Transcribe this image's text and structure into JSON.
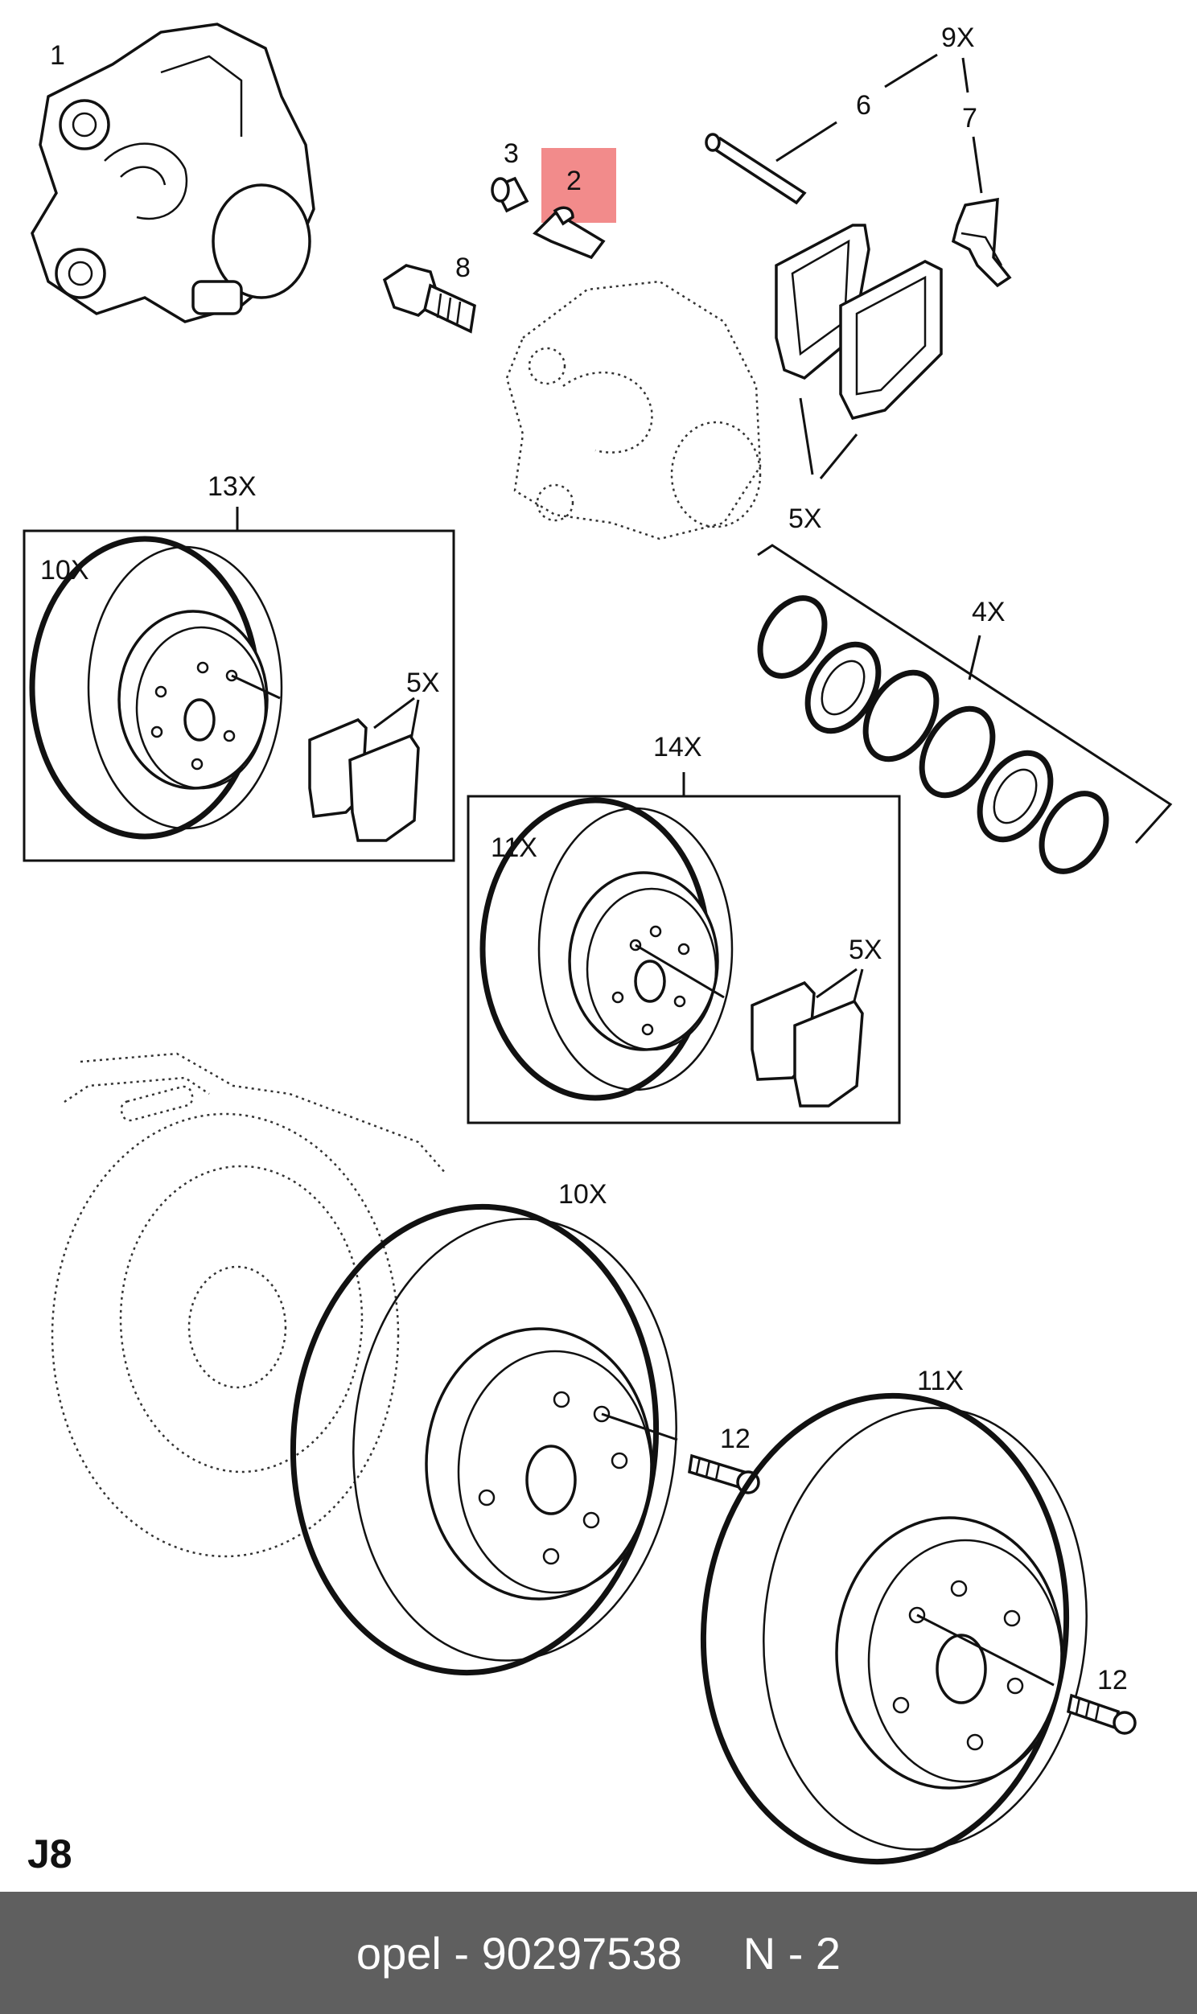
{
  "diagram": {
    "highlight_color": "#f28b8b",
    "labels": {
      "caliper": "1",
      "pin_highlighted": "2",
      "cap": "3",
      "seal_kit": "4X",
      "pads_top": "5X",
      "pads_13x": "5X",
      "pads_14x": "5X",
      "pin_rod": "6",
      "spring_clip": "7",
      "bolt": "8",
      "hardware_kit": "9X",
      "disc_13x": "10X",
      "disc_bottom_left": "10X",
      "disc_14x": "11X",
      "disc_bottom_right": "11X",
      "screw_left": "12",
      "screw_right": "12",
      "kit_13x": "13X",
      "kit_14x": "14X"
    },
    "section_code": "J8"
  },
  "footer": {
    "brand_part": "opel - 90297538",
    "position": "N - 2",
    "background": "#5f5f5f"
  }
}
